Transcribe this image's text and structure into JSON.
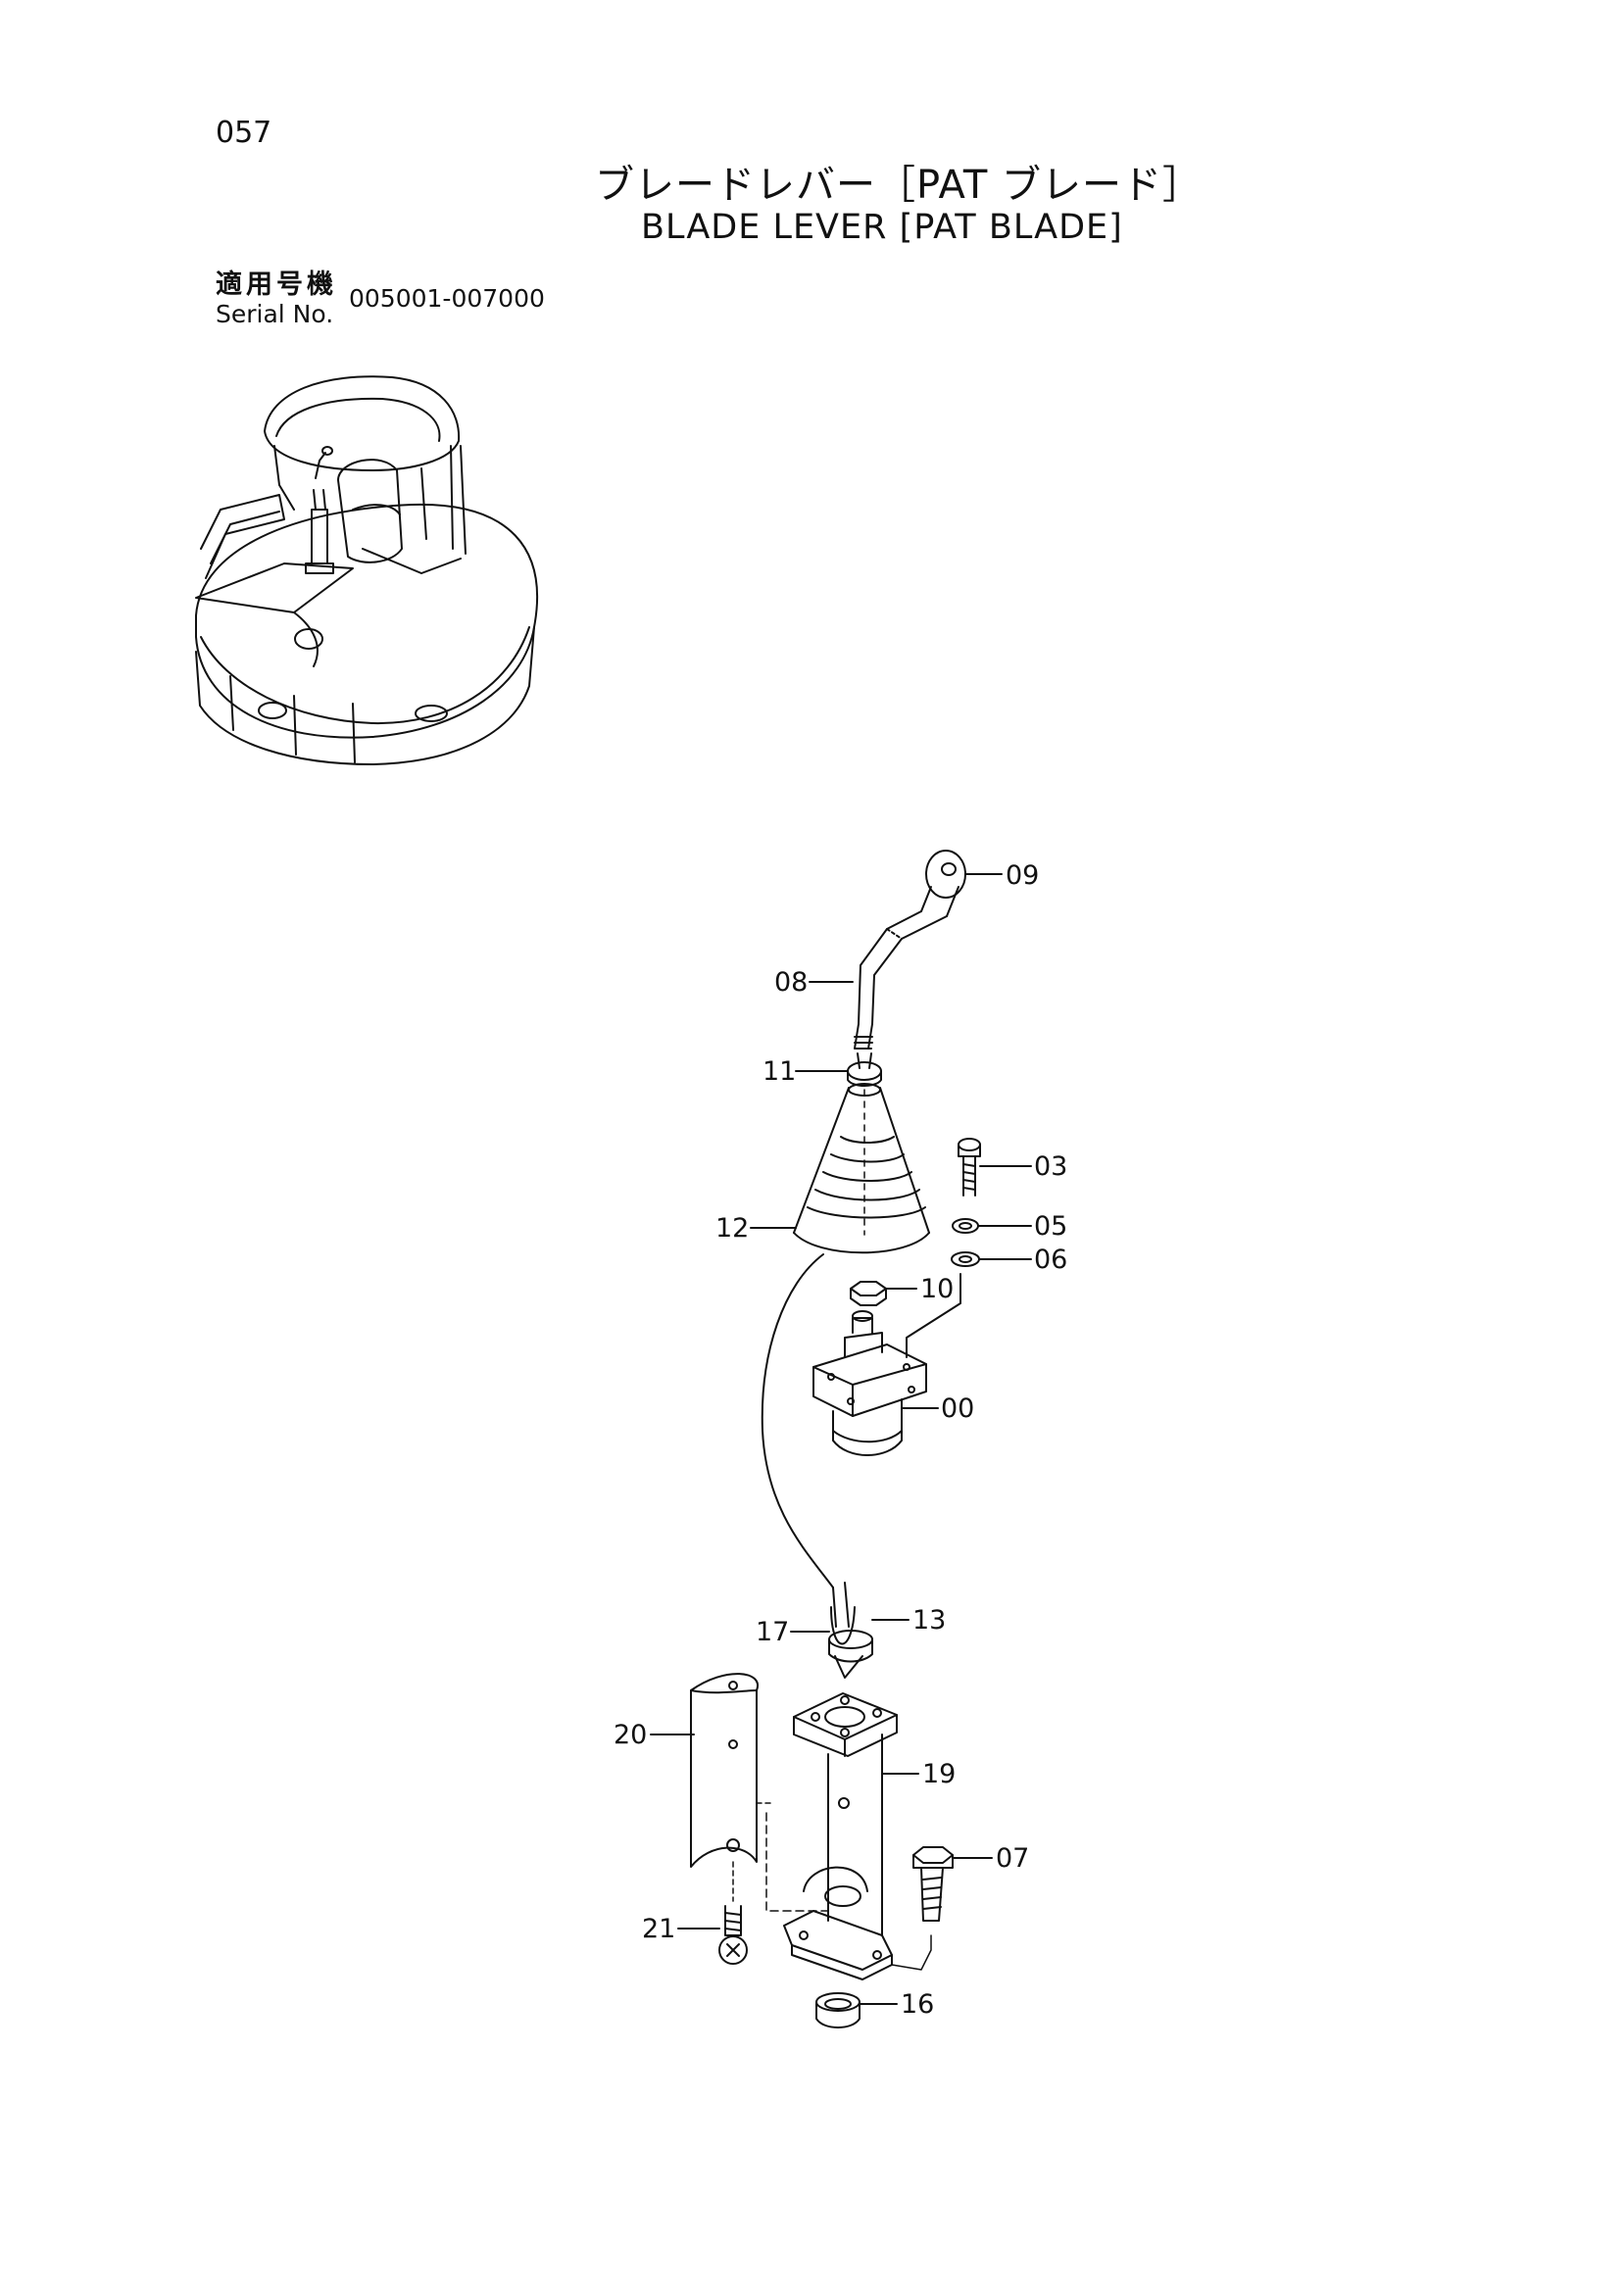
{
  "header": {
    "page_number": "057",
    "title_jp": "ブレードレバー［PAT ブレード］",
    "title_en": "BLADE LEVER [PAT BLADE]",
    "serial_label_jp": "適用号機",
    "serial_label_en": "Serial No.",
    "serial_range": "005001-007000"
  },
  "callouts": [
    {
      "id": "09",
      "label": "09"
    },
    {
      "id": "08",
      "label": "08"
    },
    {
      "id": "11",
      "label": "11"
    },
    {
      "id": "03",
      "label": "03"
    },
    {
      "id": "05",
      "label": "05"
    },
    {
      "id": "12",
      "label": "12"
    },
    {
      "id": "06",
      "label": "06"
    },
    {
      "id": "10",
      "label": "10"
    },
    {
      "id": "00",
      "label": "00"
    },
    {
      "id": "17",
      "label": "17"
    },
    {
      "id": "13",
      "label": "13"
    },
    {
      "id": "20",
      "label": "20"
    },
    {
      "id": "19",
      "label": "19"
    },
    {
      "id": "07",
      "label": "07"
    },
    {
      "id": "21",
      "label": "21"
    },
    {
      "id": "16",
      "label": "16"
    }
  ]
}
